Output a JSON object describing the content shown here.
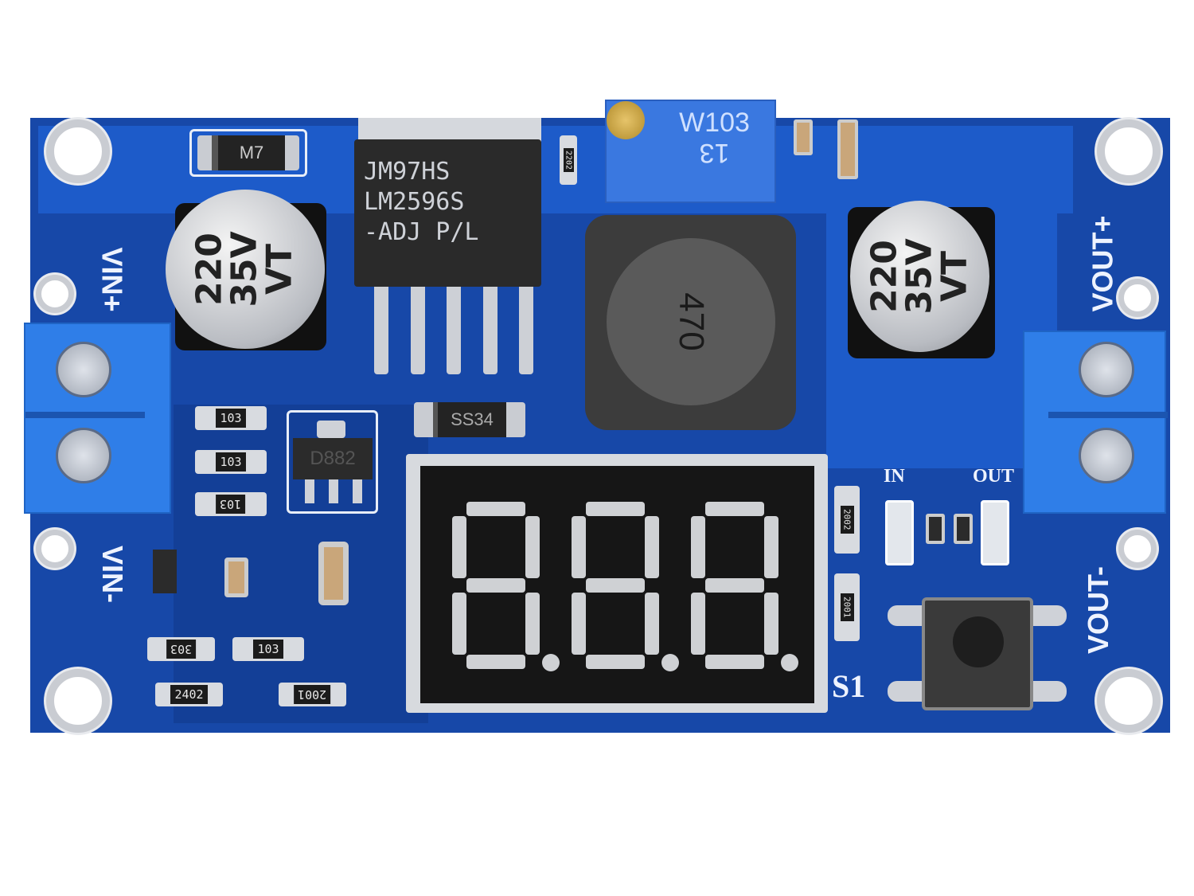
{
  "labels": {
    "vin_plus": "VIN+",
    "vin_minus": "VIN-",
    "vout_plus": "VOUT+",
    "vout_minus": "VOUT-",
    "in": "IN",
    "out": "OUT",
    "s1": "S1"
  },
  "regulator": {
    "line1": "JM97HS",
    "line2": "LM2596S",
    "line3": "-ADJ  P/L"
  },
  "diode_top": "M7",
  "schottky": "SS34",
  "transistor": "D882",
  "potentiometer": {
    "line1": "W103",
    "line2": "13"
  },
  "inductor": "470",
  "capacitor_left": {
    "line1": "220",
    "line2": "35V",
    "line3": "VT"
  },
  "capacitor_right": {
    "line1": "220",
    "line2": "35V",
    "line3": "VT"
  },
  "resistors": {
    "r1": "103",
    "r2": "103",
    "r3": "103",
    "r4": "303",
    "r5": "103",
    "r6": "2402",
    "r7": "2001",
    "r8": "2002",
    "r9": "2001",
    "r10": "2202"
  },
  "colors": {
    "pcb": "#1748a8",
    "terminal": "#2f7ee8",
    "display": "#161616"
  }
}
